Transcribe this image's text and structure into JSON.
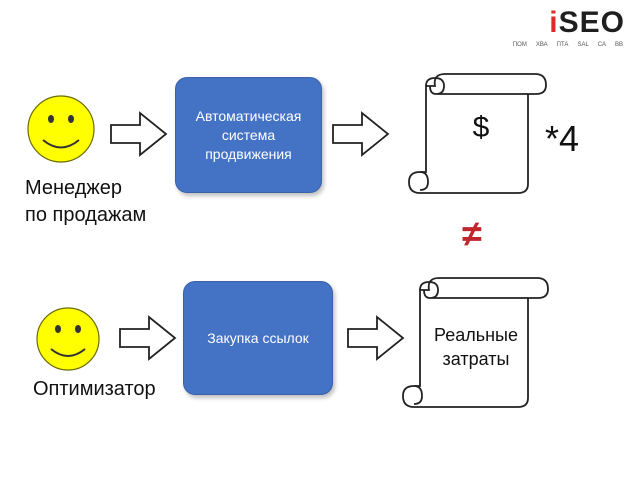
{
  "logo": {
    "text_accent": "i",
    "text_main": "SEO",
    "subtitle": [
      "ПОМ",
      "ХВА",
      "ПТА",
      "SAL",
      "СА",
      "ВВ"
    ]
  },
  "top_row": {
    "person_label_line1": "Менеджер",
    "person_label_line2": "по продажам",
    "box_line1": "Автоматическая",
    "box_line2": "система",
    "box_line3": "продвижения",
    "scroll_text": "$",
    "multiplier": "*4"
  },
  "relation_symbol": "≠",
  "bottom_row": {
    "person_label": "Оптимизатор",
    "box_text": "Закупка ссылок",
    "scroll_line1": "Реальные",
    "scroll_line2": "затраты"
  },
  "colors": {
    "box_fill": "#4472c4",
    "smiley_fill": "#ffff00",
    "not_equal": "#c0272d"
  }
}
